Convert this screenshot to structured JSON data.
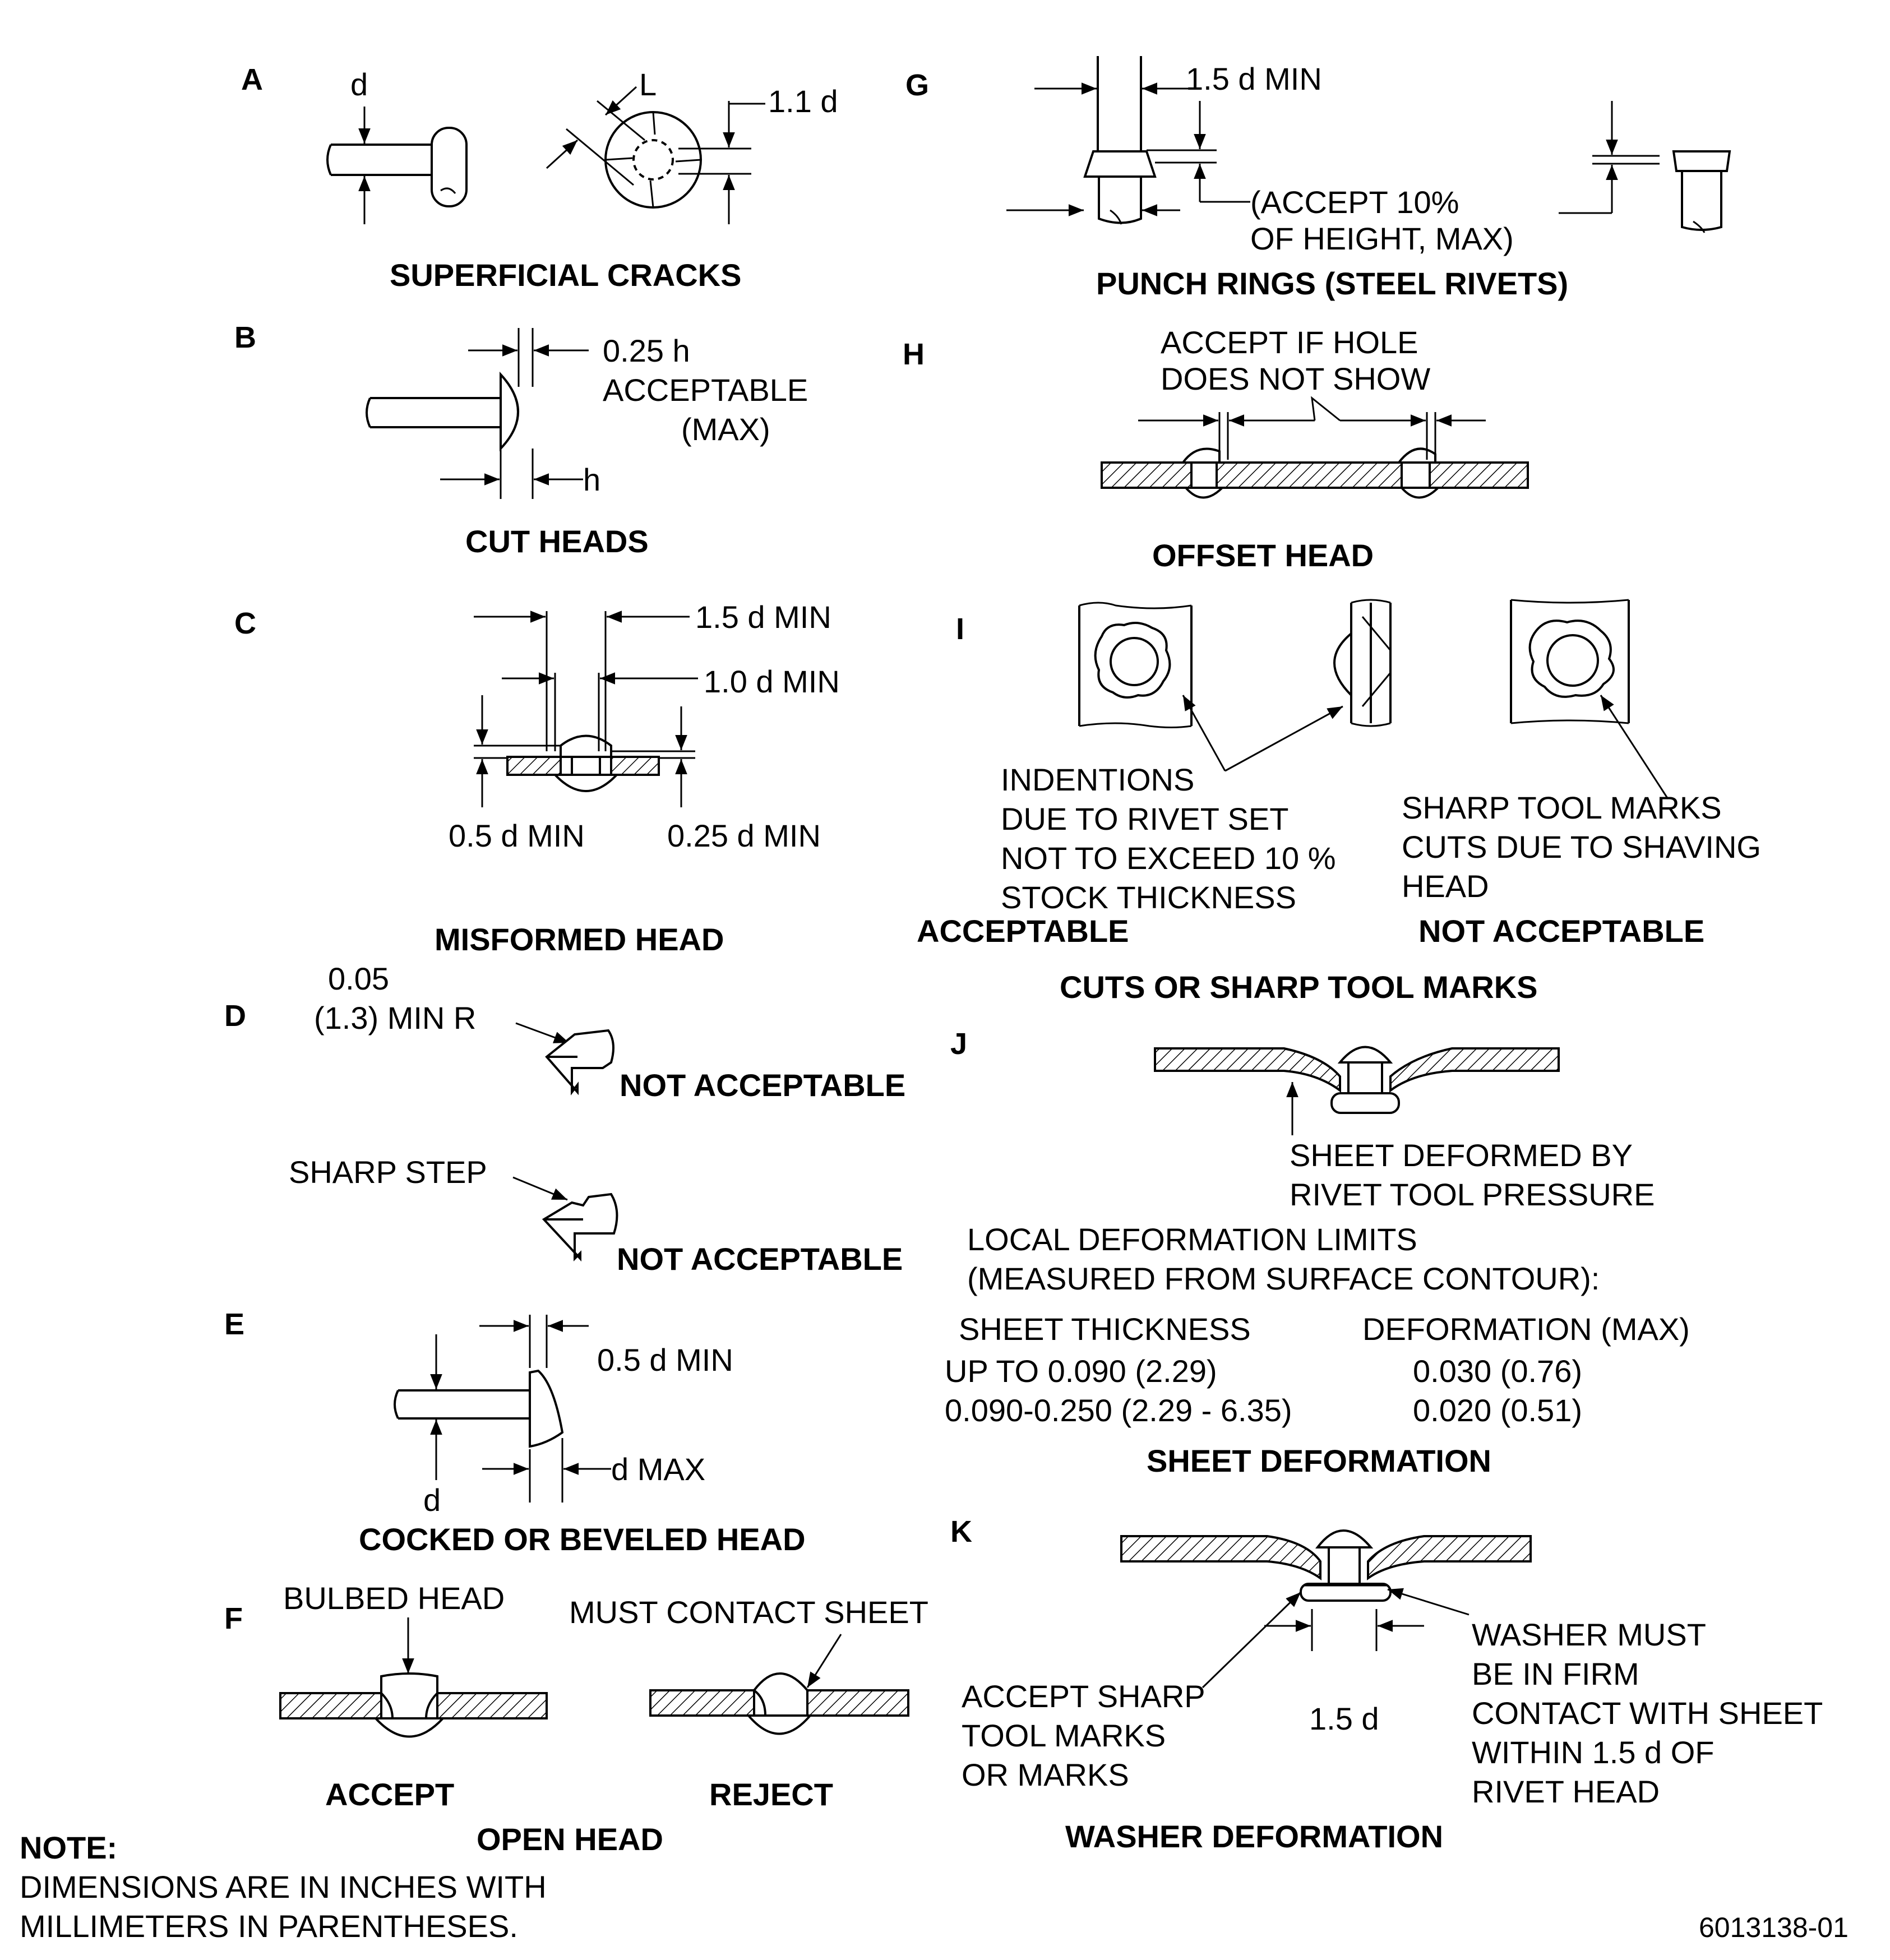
{
  "section_letters": [
    "A",
    "B",
    "C",
    "D",
    "E",
    "F",
    "G",
    "H",
    "I",
    "J",
    "K"
  ],
  "A": {
    "d": "d",
    "L": "L",
    "dim": "1.1 d",
    "title": "SUPERFICIAL CRACKS"
  },
  "B": {
    "dim": "0.25 h",
    "text1": "ACCEPTABLE",
    "text2": "(MAX)",
    "h": "h",
    "title": "CUT HEADS"
  },
  "C": {
    "dim1": "1.5 d MIN",
    "dim2": "1.0 d MIN",
    "dim3": "0.5 d MIN",
    "dim4": "0.25 d MIN",
    "title": "MISFORMED HEAD"
  },
  "D": {
    "radius1": "0.05",
    "radius2": "(1.3) MIN R",
    "na1": "NOT ACCEPTABLE",
    "sharp": "SHARP STEP",
    "na2": "NOT ACCEPTABLE"
  },
  "E": {
    "dim1": "0.5 d MIN",
    "dim2": "d MAX",
    "d": "d",
    "title": "COCKED OR BEVELED HEAD"
  },
  "F": {
    "bulbed": "BULBED HEAD",
    "contact": "MUST CONTACT SHEET",
    "accept": "ACCEPT",
    "reject": "REJECT",
    "title": "OPEN HEAD"
  },
  "G": {
    "dim": "1.5 d MIN",
    "accept1": "(ACCEPT 10%",
    "accept2": "OF HEIGHT, MAX)",
    "title": "PUNCH RINGS (STEEL RIVETS)"
  },
  "H": {
    "text1": "ACCEPT IF HOLE",
    "text2": "DOES NOT SHOW",
    "title": "OFFSET HEAD"
  },
  "I": {
    "left_lines": [
      "INDENTIONS",
      "DUE TO RIVET SET",
      "NOT TO EXCEED 10 %",
      "STOCK THICKNESS"
    ],
    "right_lines": [
      "SHARP TOOL MARKS",
      "CUTS DUE  TO SHAVING",
      "HEAD"
    ],
    "acceptable": "ACCEPTABLE",
    "not_acceptable": "NOT ACCEPTABLE",
    "title": "CUTS OR SHARP TOOL MARKS"
  },
  "J": {
    "note1": "SHEET DEFORMED BY",
    "note2": "RIVET TOOL PRESSURE",
    "limits1": "LOCAL DEFORMATION LIMITS",
    "limits2": "(MEASURED FROM SURFACE CONTOUR):",
    "table": {
      "headers": [
        "SHEET THICKNESS",
        "DEFORMATION (MAX)"
      ],
      "rows": [
        [
          "UP TO 0.090 (2.29)",
          "0.030 (0.76)"
        ],
        [
          "0.090-0.250 (2.29 - 6.35)",
          "0.020 (0.51)"
        ]
      ]
    },
    "title": "SHEET DEFORMATION"
  },
  "K": {
    "left_lines": [
      "ACCEPT SHARP",
      "TOOL MARKS",
      "OR MARKS"
    ],
    "dim": "1.5 d",
    "right_lines": [
      "WASHER MUST",
      "BE IN FIRM",
      "CONTACT WITH SHEET",
      "WITHIN 1.5 d OF",
      "RIVET HEAD"
    ],
    "title": "WASHER DEFORMATION"
  },
  "note": {
    "heading": "NOTE:",
    "line1": "DIMENSIONS ARE IN INCHES WITH",
    "line2": "MILLIMETERS IN PARENTHESES."
  },
  "figure_id": "6013138-01"
}
